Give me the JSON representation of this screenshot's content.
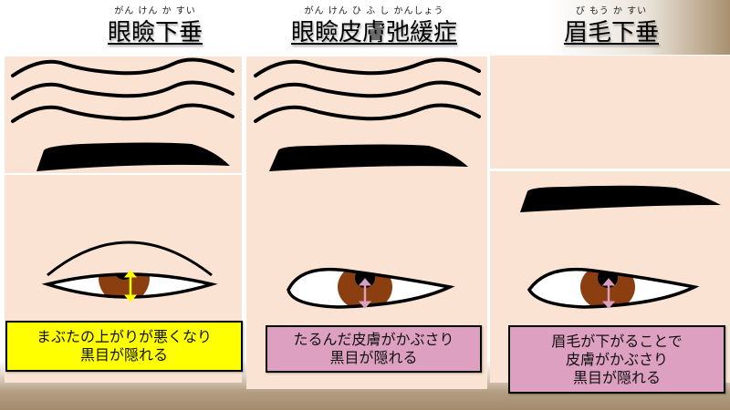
{
  "colors": {
    "skin": "#fbe3d3",
    "iris": "#8b3f10",
    "pupil": "#000000",
    "eyebrow": "#000000",
    "arrow_ptosis": "#ffff00",
    "arrow_other": "#d9a0c0",
    "caption_yellow": "#ffff00",
    "caption_pink": "#dda0c0"
  },
  "panels": [
    {
      "id": "ptosis",
      "ruby": "がん けん か すい",
      "title": "眼瞼下垂",
      "caption_lines": [
        "まぶたの上がりが悪くなり",
        "黒目が隠れる"
      ],
      "caption_color": "#ffff00",
      "has_wrinkles": true
    },
    {
      "id": "dermatochalasis",
      "ruby": "がん けん ひ ふ し かんしょう",
      "title": "眼瞼皮膚弛緩症",
      "caption_lines": [
        "たるんだ皮膚がかぶさり",
        "黒目が隠れる"
      ],
      "caption_color": "#dda0c0",
      "has_wrinkles": true
    },
    {
      "id": "brow-ptosis",
      "ruby": "び もう か すい",
      "title": "眉毛下垂",
      "caption_lines": [
        "眉毛が下がることで",
        "皮膚がかぶさり",
        "黒目が隠れる"
      ],
      "caption_color": "#dda0c0",
      "has_wrinkles": false
    }
  ]
}
